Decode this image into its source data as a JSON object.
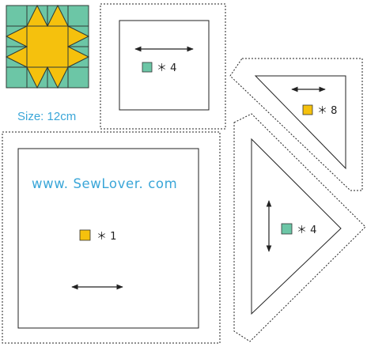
{
  "size_label": "Size: 12cm",
  "website": "www. SewLover. com",
  "colors": {
    "teal": "#6cc6a6",
    "yellow": "#f5c10d",
    "text_blue": "#3aa6d8",
    "outline": "#222222"
  },
  "pieces": [
    {
      "id": "small-square",
      "color": "teal",
      "count_label": "＊ 4"
    },
    {
      "id": "small-triangle",
      "color": "yellow",
      "count_label": "＊ 8"
    },
    {
      "id": "large-square",
      "color": "yellow",
      "count_label": "＊ 1"
    },
    {
      "id": "large-triangle",
      "color": "teal",
      "count_label": "＊ 4"
    }
  ]
}
